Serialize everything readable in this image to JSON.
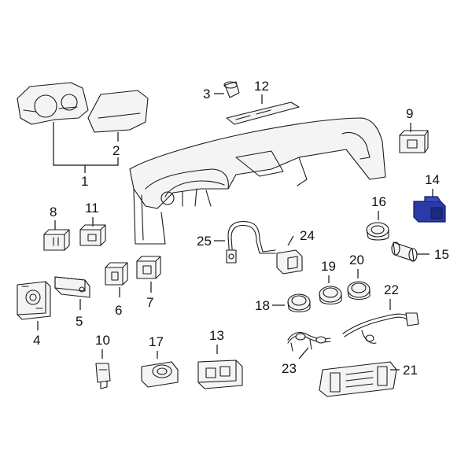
{
  "diagram": {
    "highlight_color": "#2b3aa8",
    "callouts": {
      "c1": "1",
      "c2": "2",
      "c3": "3",
      "c4": "4",
      "c5": "5",
      "c6": "6",
      "c7": "7",
      "c8": "8",
      "c9": "9",
      "c10": "10",
      "c11": "11",
      "c12": "12",
      "c13": "13",
      "c14": "14",
      "c15": "15",
      "c16": "16",
      "c17": "17",
      "c18": "18",
      "c19": "19",
      "c20": "20",
      "c21": "21",
      "c22": "22",
      "c23": "23",
      "c24": "24",
      "c25": "25"
    }
  }
}
